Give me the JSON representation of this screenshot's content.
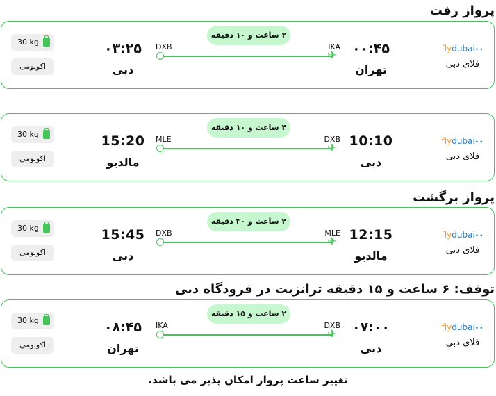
{
  "headings": {
    "outbound": "پرواز رفت",
    "return": "پرواز برگشت",
    "stopover": "توقف: ۶ ساعت و ۱۵ دقیقه ترانزیت در فرودگاه دبی"
  },
  "flights": [
    {
      "airline_name": "فلای دبی",
      "logo_fly": "fly",
      "logo_dubai": "dubai",
      "dep_time": "۰۰:۴۵",
      "dep_city": "تهران",
      "dep_code": "IKA",
      "arr_time": "۰۳:۲۵",
      "arr_city": "دبی",
      "arr_code": "DXB",
      "duration": "۲ ساعت و ۱۰ دقیقه",
      "baggage": "30 kg",
      "cabin": "اکونومی"
    },
    {
      "airline_name": "فلای دبی",
      "logo_fly": "fly",
      "logo_dubai": "dubai",
      "dep_time": "10:10",
      "dep_city": "دبی",
      "dep_code": "DXB",
      "arr_time": "15:20",
      "arr_city": "مالدیو",
      "arr_code": "MLE",
      "duration": "۴ ساعت و ۱۰ دقیقه",
      "baggage": "30 kg",
      "cabin": "اکونومی"
    },
    {
      "airline_name": "فلای دبی",
      "logo_fly": "fly",
      "logo_dubai": "dubai",
      "dep_time": "12:15",
      "dep_city": "مالدیو",
      "dep_code": "MLE",
      "arr_time": "15:45",
      "arr_city": "دبی",
      "arr_code": "DXB",
      "duration": "۴ ساعت و ۳۰ دقیقه",
      "baggage": "30 kg",
      "cabin": "اکونومی"
    },
    {
      "airline_name": "فلای دبی",
      "logo_fly": "fly",
      "logo_dubai": "dubai",
      "dep_time": "۰۷:۰۰",
      "dep_city": "دبی",
      "dep_code": "DXB",
      "arr_time": "۰۸:۴۵",
      "arr_city": "تهران",
      "arr_code": "IKA",
      "duration": "۲ ساعت و ۱۵ دقیقه",
      "baggage": "30 kg",
      "cabin": "اکونومی"
    }
  ],
  "footer_note": "تغییر ساعت پرواز امکان پذیر می باشد.",
  "colors": {
    "accent": "#45c45a",
    "pill": "#c6f7ce",
    "logo_orange": "#f2992e",
    "logo_blue": "#2a7fc1"
  },
  "icons": {
    "plane": "plane-icon",
    "baggage": "luggage-icon"
  }
}
